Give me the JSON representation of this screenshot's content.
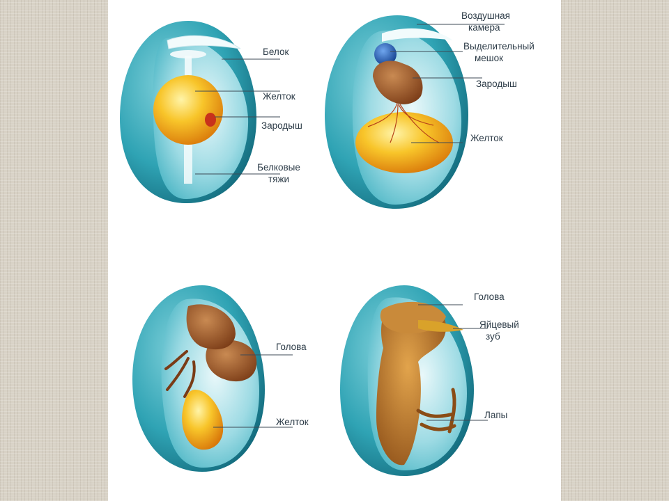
{
  "panels": [
    {
      "labels": {
        "white": "Белок",
        "yolk": "Желток",
        "embryo": "Зародыш",
        "chalazae_1": "Белковые",
        "chalazae_2": "тяжи"
      }
    },
    {
      "labels": {
        "air_1": "Воздушная",
        "air_2": "камера",
        "allantois_1": "Выделительный",
        "allantois_2": "мешок",
        "embryo": "Зародыш",
        "yolk": "Желток"
      }
    },
    {
      "labels": {
        "head": "Голова",
        "yolk": "Желток"
      }
    },
    {
      "labels": {
        "head": "Голова",
        "tooth_1": "Яйцевый",
        "tooth_2": "зуб",
        "legs": "Лапы"
      }
    }
  ],
  "colors": {
    "shell": "#2fa3b4",
    "shell_light": "#bfe9ef",
    "yolk": "#f0a20e",
    "embryo": "#a0582a",
    "allantois": "#1e5fb8",
    "label_text": "#2c3b47",
    "leader_line": "#3d4a55"
  }
}
